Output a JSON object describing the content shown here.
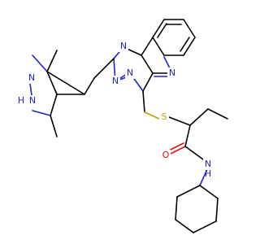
{
  "structure": {
    "colors": {
      "carbon": "#000000",
      "nitrogen": "#2020d8",
      "oxygen": "#e01010",
      "sulfur": "#b8a000"
    },
    "atoms": [
      {
        "key": "n1",
        "label": "N",
        "element": "N"
      },
      {
        "key": "n2",
        "label": "N",
        "element": "N"
      },
      {
        "key": "n3",
        "label": "N",
        "element": "N"
      },
      {
        "key": "n4",
        "label": "N",
        "element": "N"
      },
      {
        "key": "n5",
        "label": "N",
        "element": "N"
      },
      {
        "key": "n6",
        "label": "N",
        "element": "N"
      },
      {
        "key": "n7",
        "label": "N",
        "element": "N"
      },
      {
        "key": "s1",
        "label": "S",
        "element": "S"
      },
      {
        "key": "o1",
        "label": "O",
        "element": "O"
      },
      {
        "key": "h1",
        "label": "H",
        "element": "N"
      },
      {
        "key": "h2",
        "label": "H",
        "element": "N"
      }
    ]
  }
}
